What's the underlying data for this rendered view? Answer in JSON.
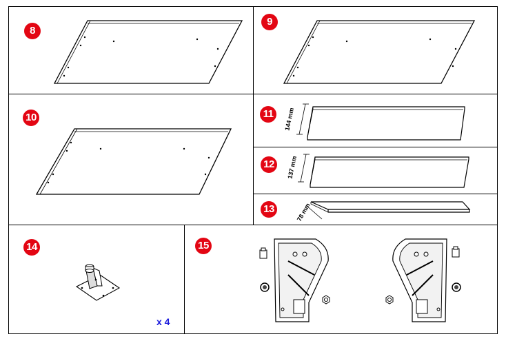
{
  "parts": [
    {
      "id": "8",
      "label": "8"
    },
    {
      "id": "9",
      "label": "9"
    },
    {
      "id": "10",
      "label": "10"
    },
    {
      "id": "11",
      "label": "11",
      "dimension": "144 mm"
    },
    {
      "id": "12",
      "label": "12",
      "dimension": "137 mm"
    },
    {
      "id": "13",
      "label": "13",
      "dimension": "78 mm"
    },
    {
      "id": "14",
      "label": "14",
      "quantity": "x 4"
    },
    {
      "id": "15",
      "label": "15"
    }
  ],
  "colors": {
    "badge": "#e30613",
    "quantity_text": "#1b1bdc",
    "line": "#000000"
  }
}
